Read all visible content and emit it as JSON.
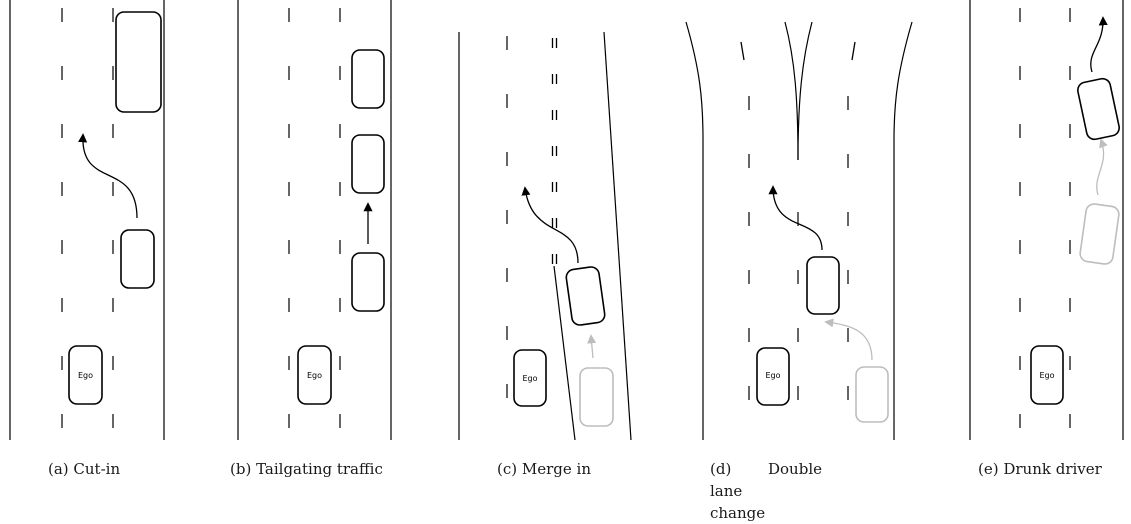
{
  "captions": {
    "a": "(a) Cut-in",
    "b": "(b) Tailgating traffic",
    "c": "(c) Merge in",
    "d_line1_w1": "(d)",
    "d_line1_w2": "Double",
    "d_line1_w3": "lane",
    "d_line2": "change",
    "e": "(e) Drunk driver"
  },
  "ego_label": "Ego",
  "colors": {
    "line": "#000000",
    "ghost": "#bdbdbd",
    "caption": "#1a1a1a"
  }
}
